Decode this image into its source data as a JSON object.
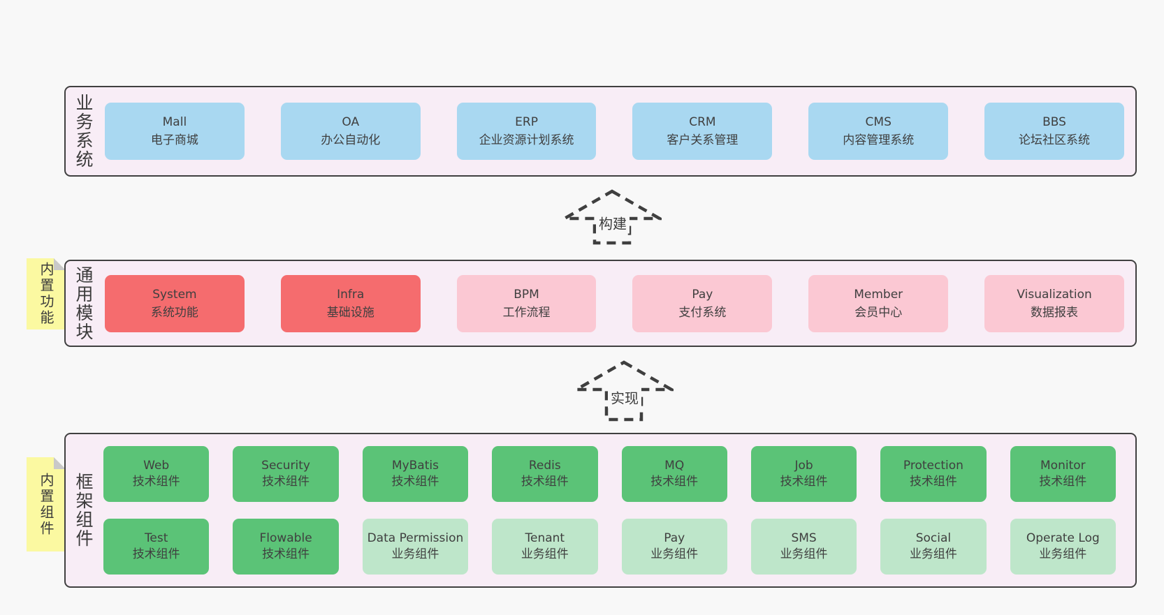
{
  "colors": {
    "page_bg": "#f8f8f8",
    "container_bg": "#f8edf6",
    "container_border": "#404040",
    "business_box": "#a9d8f1",
    "core_module_box": "#f56c6e",
    "module_box": "#fbc8d3",
    "tech_component_box": "#5bc377",
    "biz_component_box": "#bee6ca",
    "note_bg": "#fbf9a1",
    "text": "#3f3f3f"
  },
  "layers": [
    {
      "label": "业务系统",
      "boxes": [
        {
          "name": "Mall",
          "desc": "电子商城"
        },
        {
          "name": "OA",
          "desc": "办公自动化"
        },
        {
          "name": "ERP",
          "desc": "企业资源计划系统"
        },
        {
          "name": "CRM",
          "desc": "客户关系管理"
        },
        {
          "name": "CMS",
          "desc": "内容管理系统"
        },
        {
          "name": "BBS",
          "desc": "论坛社区系统"
        }
      ]
    },
    {
      "label": "通用模块",
      "note": "内置功能",
      "boxes": [
        {
          "name": "System",
          "desc": "系统功能"
        },
        {
          "name": "Infra",
          "desc": "基础设施"
        },
        {
          "name": "BPM",
          "desc": "工作流程"
        },
        {
          "name": "Pay",
          "desc": "支付系统"
        },
        {
          "name": "Member",
          "desc": "会员中心"
        },
        {
          "name": "Visualization",
          "desc": "数据报表"
        }
      ]
    },
    {
      "label": "框架组件",
      "note": "内置组件",
      "rows": [
        {
          "boxes": [
            {
              "name": "Web",
              "desc": "技术组件"
            },
            {
              "name": "Security",
              "desc": "技术组件"
            },
            {
              "name": "MyBatis",
              "desc": "技术组件"
            },
            {
              "name": "Redis",
              "desc": "技术组件"
            },
            {
              "name": "MQ",
              "desc": "技术组件"
            },
            {
              "name": "Job",
              "desc": "技术组件"
            },
            {
              "name": "Protection",
              "desc": "技术组件"
            },
            {
              "name": "Monitor",
              "desc": "技术组件"
            }
          ]
        },
        {
          "boxes": [
            {
              "name": "Test",
              "desc": "技术组件"
            },
            {
              "name": "Flowable",
              "desc": "技术组件"
            },
            {
              "name": "Data Permission",
              "desc": "业务组件"
            },
            {
              "name": "Tenant",
              "desc": "业务组件"
            },
            {
              "name": "Pay",
              "desc": "业务组件"
            },
            {
              "name": "SMS",
              "desc": "业务组件"
            },
            {
              "name": "Social",
              "desc": "业务组件"
            },
            {
              "name": "Operate Log",
              "desc": "业务组件"
            }
          ]
        }
      ]
    }
  ],
  "arrows": [
    {
      "label": "构建"
    },
    {
      "label": "实现"
    }
  ]
}
